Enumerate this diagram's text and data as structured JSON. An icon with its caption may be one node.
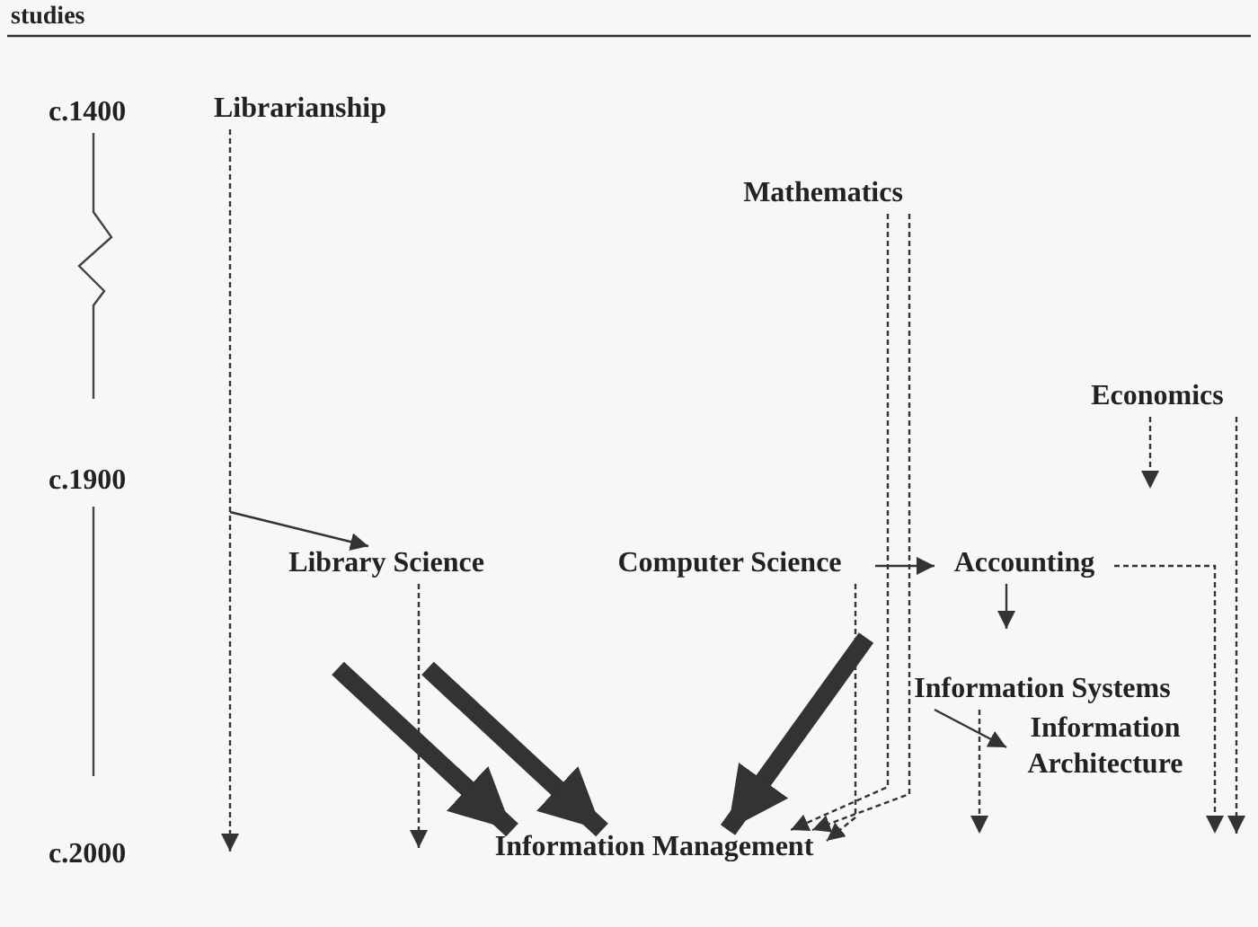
{
  "diagram": {
    "nodes": [
      {
        "text": [
          "Librarianship"
        ]
      },
      {
        "text": [
          "Mathematics"
        ]
      },
      {
        "text": [
          "Economics"
        ]
      },
      {
        "text": [
          "Library Science"
        ]
      },
      {
        "text": [
          "Computer Science"
        ]
      },
      {
        "text": [
          "Accounting"
        ]
      },
      {
        "text": [
          "Information Systems"
        ]
      },
      {
        "text": [
          "Information Architecture"
        ]
      },
      {
        "text": [
          "Information Management"
        ]
      }
    ],
    "edges": [
      {
        "from": 0,
        "to": null,
        "arrow": "to",
        "style": "dashed"
      },
      {
        "from": null,
        "to": 3,
        "arrow": "to"
      },
      {
        "from": 3,
        "to": null,
        "arrow": "to",
        "style": "dashed"
      },
      {
        "from": 1,
        "to": 8,
        "arrow": "to",
        "style": "dashed"
      },
      {
        "from": 1,
        "to": 8,
        "arrow": "to",
        "style": "dashed"
      },
      {
        "from": 4,
        "to": 8,
        "arrow": "to",
        "style": "dashed"
      },
      {
        "from": 2,
        "to": null,
        "arrow": "to",
        "style": "dashed"
      },
      {
        "from": 2,
        "to": null,
        "arrow": "to",
        "style": "dashed"
      },
      {
        "from": 4,
        "to": 5,
        "arrow": "to"
      },
      {
        "from": 5,
        "to": null,
        "arrow": "to"
      },
      {
        "from": 5,
        "to": null,
        "arrow": "to",
        "style": "dashed"
      },
      {
        "from": null,
        "to": 8,
        "arrow": "to",
        "style": "thick"
      },
      {
        "from": null,
        "to": 8,
        "arrow": "to",
        "style": "thick"
      },
      {
        "from": null,
        "to": 8,
        "arrow": "to",
        "style": "thick"
      },
      {
        "from": 6,
        "to": 7,
        "arrow": "to"
      },
      {
        "from": 6,
        "to": null,
        "arrow": "to",
        "style": "dashed"
      }
    ],
    "labels": [
      "studies",
      "c.1400",
      "c.1900",
      "c.2000"
    ]
  }
}
